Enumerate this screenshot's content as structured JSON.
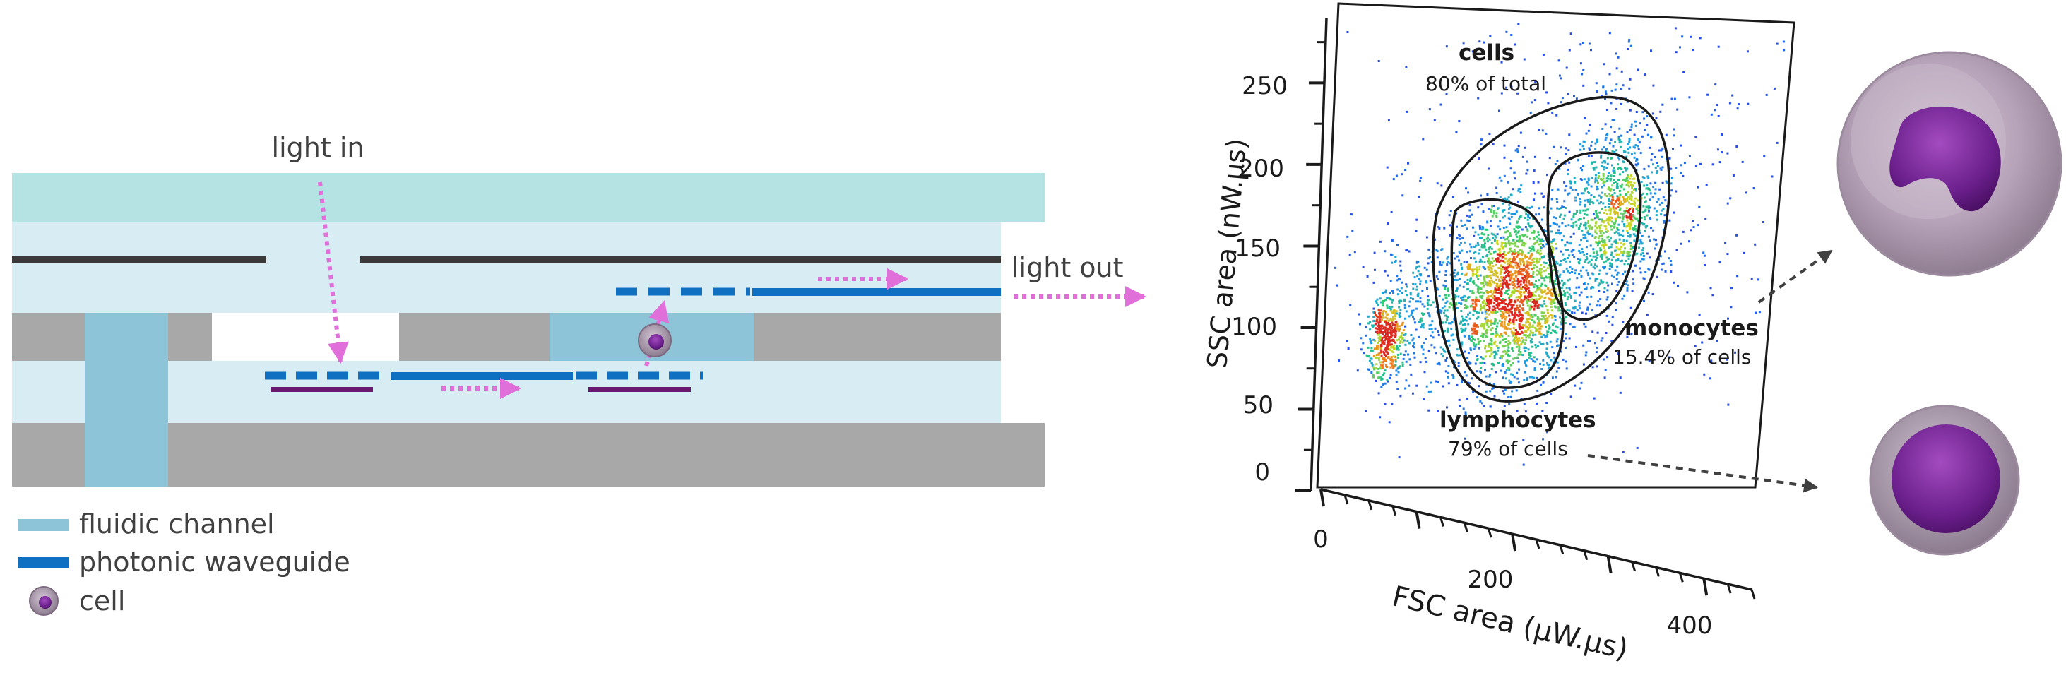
{
  "diagram": {
    "light_in": "light in",
    "light_out": "light out",
    "legend": {
      "fluidic": "fluidic channel",
      "waveguide": "photonic waveguide",
      "cell": "cell"
    }
  },
  "chart_data": {
    "type": "scatter",
    "title": "",
    "xlabel": "FSC area (μW.μs)",
    "ylabel": "SSC area (nW.μs)",
    "xlim": [
      0,
      450
    ],
    "ylim": [
      0,
      290
    ],
    "x_ticks": [
      0,
      200,
      400
    ],
    "y_ticks": [
      0,
      50,
      100,
      150,
      200,
      250
    ],
    "grid": false,
    "gates": [
      {
        "name": "cells",
        "sublabel": "80% of total"
      },
      {
        "name": "monocytes",
        "sublabel": "15.4% of cells"
      },
      {
        "name": "lymphocytes",
        "sublabel": "79% of cells"
      }
    ],
    "populations": [
      {
        "center": [
          65,
          90
        ],
        "spread": [
          10,
          14
        ],
        "n": 420
      },
      {
        "center": [
          195,
          118
        ],
        "spread": [
          32,
          28
        ],
        "n": 1900
      },
      {
        "center": [
          290,
          172
        ],
        "spread": [
          24,
          28
        ],
        "n": 900
      },
      {
        "center": [
          120,
          110
        ],
        "spread": [
          42,
          26
        ],
        "n": 500
      },
      {
        "center": [
          260,
          190
        ],
        "spread": [
          110,
          70
        ],
        "n": 550
      }
    ]
  }
}
